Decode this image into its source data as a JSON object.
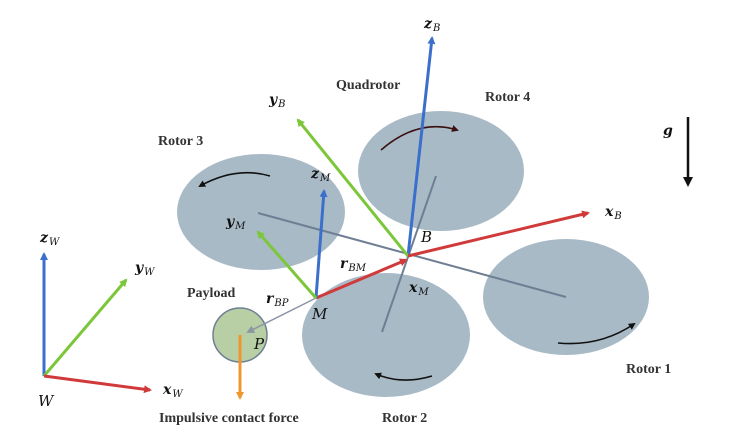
{
  "labels": {
    "quadrotor": "Quadrotor",
    "rotor1": "Rotor 1",
    "rotor2": "Rotor 2",
    "rotor3": "Rotor 3",
    "rotor4": "Rotor 4",
    "payload": "Payload",
    "impulsive_force": "Impulsive contact force",
    "gravity": "g"
  },
  "points": {
    "B": "B",
    "M": "M",
    "P": "P",
    "W": "W"
  },
  "vectors": {
    "x_B": {
      "base": "x",
      "sub": "B"
    },
    "y_B": {
      "base": "y",
      "sub": "B"
    },
    "z_B": {
      "base": "z",
      "sub": "B"
    },
    "x_M": {
      "base": "x",
      "sub": "M"
    },
    "y_M": {
      "base": "y",
      "sub": "M"
    },
    "z_M": {
      "base": "z",
      "sub": "M"
    },
    "x_W": {
      "base": "x",
      "sub": "W"
    },
    "y_W": {
      "base": "y",
      "sub": "W"
    },
    "z_W": {
      "base": "z",
      "sub": "W"
    },
    "r_BM": {
      "base": "r",
      "sub": "BM"
    },
    "r_BP": {
      "base": "r",
      "sub": "BP"
    }
  },
  "colors": {
    "x_axis": "#d03a3a",
    "y_axis": "#7cc63a",
    "z_axis": "#3b6fcc",
    "force": "#f0962e",
    "rotor_fill": "#a9bac7",
    "payload_fill": "#b8cfa6",
    "arm": "#6f7f93"
  }
}
